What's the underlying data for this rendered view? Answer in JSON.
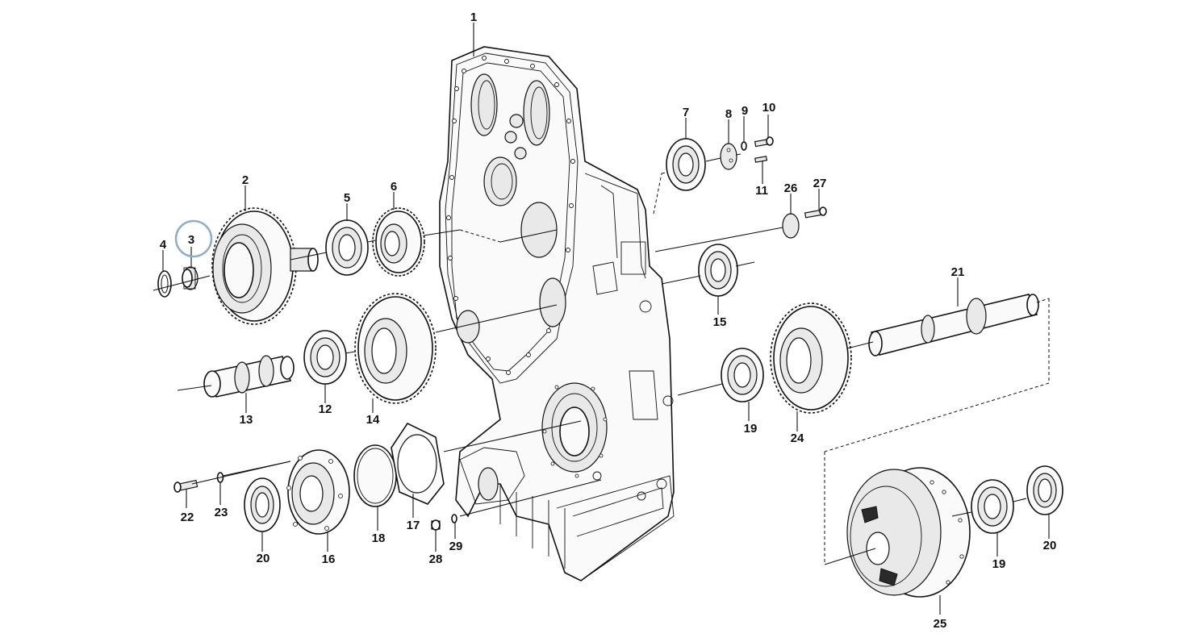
{
  "diagram": {
    "highlighted_label": "3",
    "highlight_color": "#8eaecb",
    "labels": [
      {
        "id": "1",
        "text": "1"
      },
      {
        "id": "2",
        "text": "2"
      },
      {
        "id": "3",
        "text": "3"
      },
      {
        "id": "4",
        "text": "4"
      },
      {
        "id": "5",
        "text": "5"
      },
      {
        "id": "6",
        "text": "6"
      },
      {
        "id": "7",
        "text": "7"
      },
      {
        "id": "8",
        "text": "8"
      },
      {
        "id": "9",
        "text": "9"
      },
      {
        "id": "10",
        "text": "10"
      },
      {
        "id": "11",
        "text": "11"
      },
      {
        "id": "12",
        "text": "12"
      },
      {
        "id": "13",
        "text": "13"
      },
      {
        "id": "14",
        "text": "14"
      },
      {
        "id": "15",
        "text": "15"
      },
      {
        "id": "16",
        "text": "16"
      },
      {
        "id": "17",
        "text": "17"
      },
      {
        "id": "18",
        "text": "18"
      },
      {
        "id": "19a",
        "text": "19"
      },
      {
        "id": "19b",
        "text": "19"
      },
      {
        "id": "20a",
        "text": "20"
      },
      {
        "id": "20b",
        "text": "20"
      },
      {
        "id": "21",
        "text": "21"
      },
      {
        "id": "22",
        "text": "22"
      },
      {
        "id": "23",
        "text": "23"
      },
      {
        "id": "24",
        "text": "24"
      },
      {
        "id": "25",
        "text": "25"
      },
      {
        "id": "26",
        "text": "26"
      },
      {
        "id": "27",
        "text": "27"
      },
      {
        "id": "28",
        "text": "28"
      },
      {
        "id": "29",
        "text": "29"
      }
    ]
  }
}
